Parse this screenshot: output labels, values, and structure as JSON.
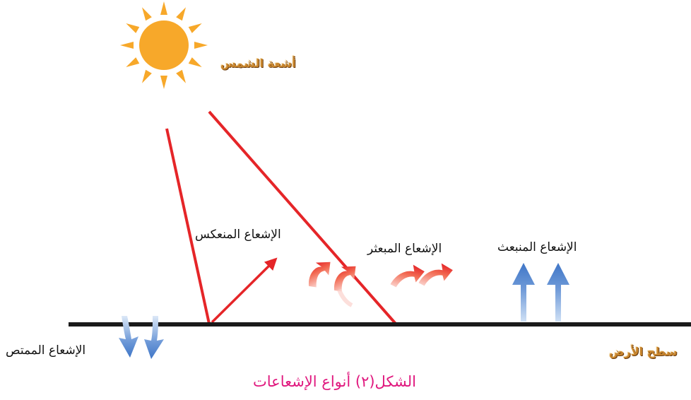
{
  "sun_label": "أشعة الشمس",
  "ground_label": "سطح الأرض",
  "labels": {
    "reflected": "الإشعاع المنعكس",
    "scattered": "الإشعاع المبعثر",
    "emitted": "الإشعاع المنبعث",
    "absorbed": "الإشعاع الممتص"
  },
  "caption": "الشكل(٢) أنواع الإشعاعات",
  "colors": {
    "sun": "#f7a82a",
    "ray": "#e52528",
    "ground": "#1a1a1a",
    "emitted_arrow": "#3f76c7",
    "absorbed_arrow": "#3f76c7",
    "scattered_arrow": "#ee3a2c",
    "caption": "#e0187e",
    "sun_label": "#c9862e"
  }
}
